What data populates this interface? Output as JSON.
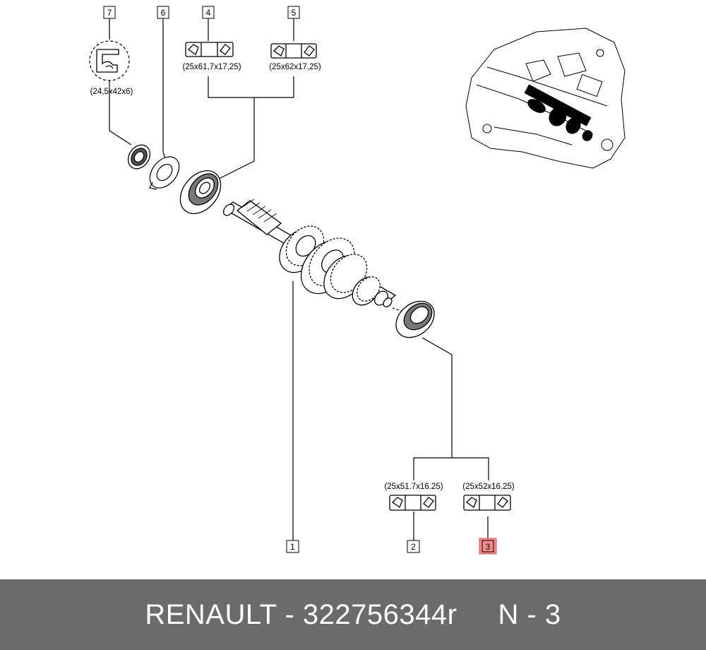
{
  "callouts": {
    "c1": "1",
    "c2": "2",
    "c3": "3",
    "c4": "4",
    "c5": "5",
    "c6": "6",
    "c7": "7"
  },
  "dimensions": {
    "seal_7": "(24,5x42x6)",
    "bearing_4": "(25x61,7x17,25)",
    "bearing_5": "(25x62x17,25)",
    "bearing_2": "(25x51.7x16.25)",
    "bearing_3": "(25x52x16.25)"
  },
  "highlight": {
    "callout": "3",
    "color": "#f28b8b",
    "border": "#e05555"
  },
  "footer": {
    "brand": "RENAULT",
    "separator": " - ",
    "part_number": "322756344r",
    "ref": "N - 3",
    "background": "#6b6b6b"
  }
}
